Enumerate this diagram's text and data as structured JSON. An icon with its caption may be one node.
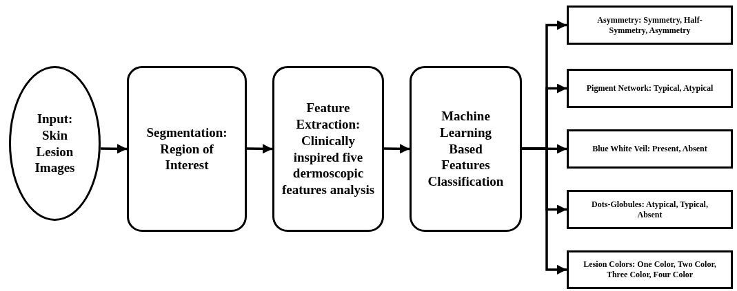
{
  "diagram": {
    "nodes": [
      {
        "text": [
          "Input: Skin Lesion Images"
        ]
      },
      {
        "text": [
          "Segmentation: Region of Interest"
        ]
      },
      {
        "text": [
          "Feature Extraction: Clinically inspired five dermoscopic features analysis"
        ]
      },
      {
        "text": [
          "Machine Learning Based Features Classification"
        ]
      },
      {
        "text": [
          "Asymmetry: Symmetry, Half-Symmetry, Asymmetry"
        ]
      },
      {
        "text": [
          "Pigment Network: Typical, Atypical"
        ]
      },
      {
        "text": [
          "Blue White Veil: Present, Absent"
        ]
      },
      {
        "text": [
          "Dots-Globules: Atypical, Typical, Absent"
        ]
      },
      {
        "text": [
          "Lesion Colors: One Color, Two Color, Three Color, Four Color"
        ]
      }
    ],
    "edges": [
      {
        "from": 0,
        "to": 1,
        "arrow": "to"
      },
      {
        "from": 1,
        "to": 2,
        "arrow": "to"
      },
      {
        "from": 2,
        "to": 3,
        "arrow": "to"
      },
      {
        "from": 3,
        "to": 4,
        "arrow": "to"
      },
      {
        "from": 3,
        "to": 5,
        "arrow": "to"
      },
      {
        "from": 3,
        "to": 6,
        "arrow": "to"
      },
      {
        "from": 3,
        "to": 7,
        "arrow": "to"
      },
      {
        "from": 3,
        "to": 8,
        "arrow": "to"
      }
    ]
  }
}
